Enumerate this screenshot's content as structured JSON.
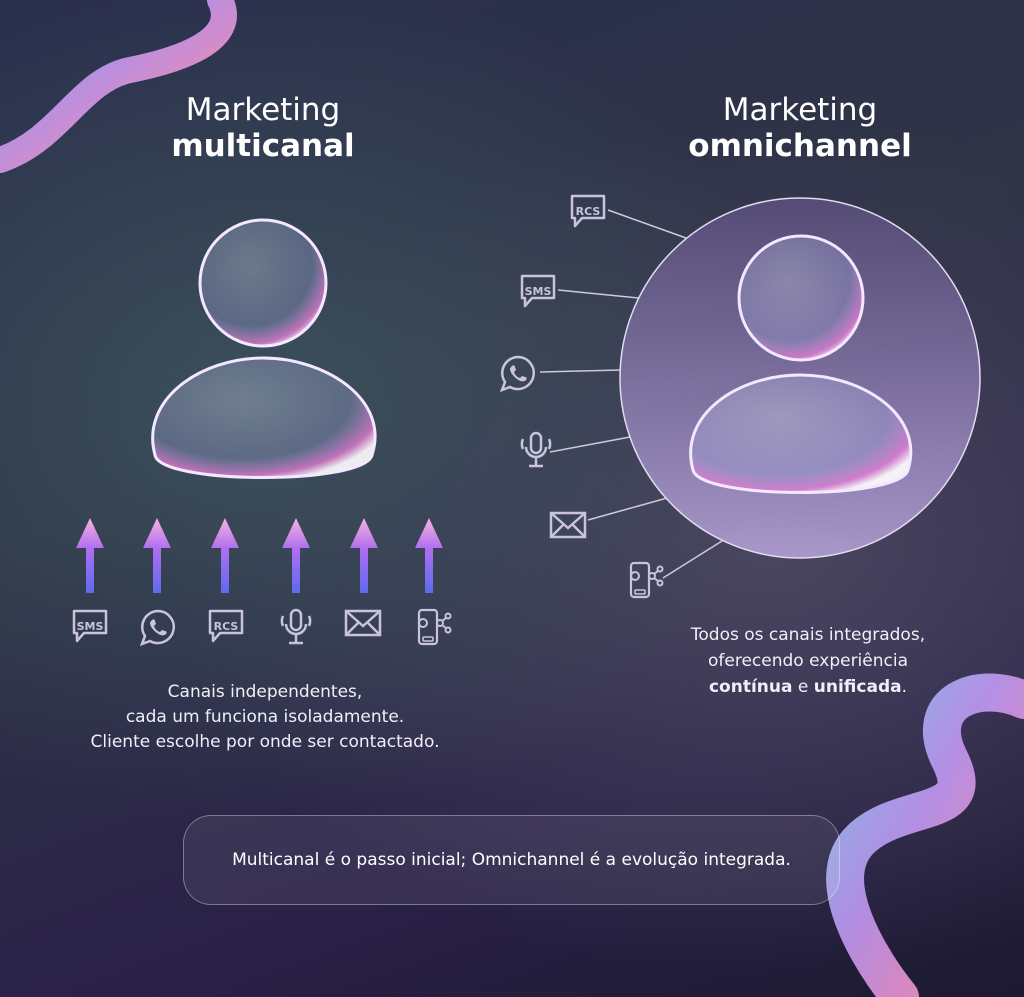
{
  "left": {
    "title_line1": "Marketing",
    "title_line2": "multicanal",
    "channels": [
      {
        "icon": "sms-icon",
        "label": "SMS"
      },
      {
        "icon": "whatsapp-icon"
      },
      {
        "icon": "rcs-icon",
        "label": "RCS"
      },
      {
        "icon": "microphone-icon"
      },
      {
        "icon": "mail-icon"
      },
      {
        "icon": "phone-share-icon"
      }
    ],
    "caption": [
      "Canais independentes,",
      "cada um funciona isoladamente.",
      "Cliente escolhe por onde ser contactado."
    ]
  },
  "right": {
    "title_line1": "Marketing",
    "title_line2": "omnichannel",
    "channels": [
      {
        "icon": "rcs-icon",
        "label": "RCS"
      },
      {
        "icon": "sms-icon",
        "label": "SMS"
      },
      {
        "icon": "whatsapp-icon"
      },
      {
        "icon": "microphone-icon"
      },
      {
        "icon": "mail-icon"
      },
      {
        "icon": "phone-share-icon"
      }
    ],
    "caption_line1": "Todos os canais integrados,",
    "caption_line2": "oferecendo experiência",
    "caption_bold1": "contínua",
    "caption_mid": " e ",
    "caption_bold2": "unificada",
    "caption_end": "."
  },
  "footer": {
    "text": "Multicanal é o passo inicial; Omnichannel é a evolução integrada."
  },
  "colors": {
    "icon": "#c9c3dc",
    "arrow_pink": "#f3a6d6",
    "arrow_blue": "#6f6ff0"
  }
}
